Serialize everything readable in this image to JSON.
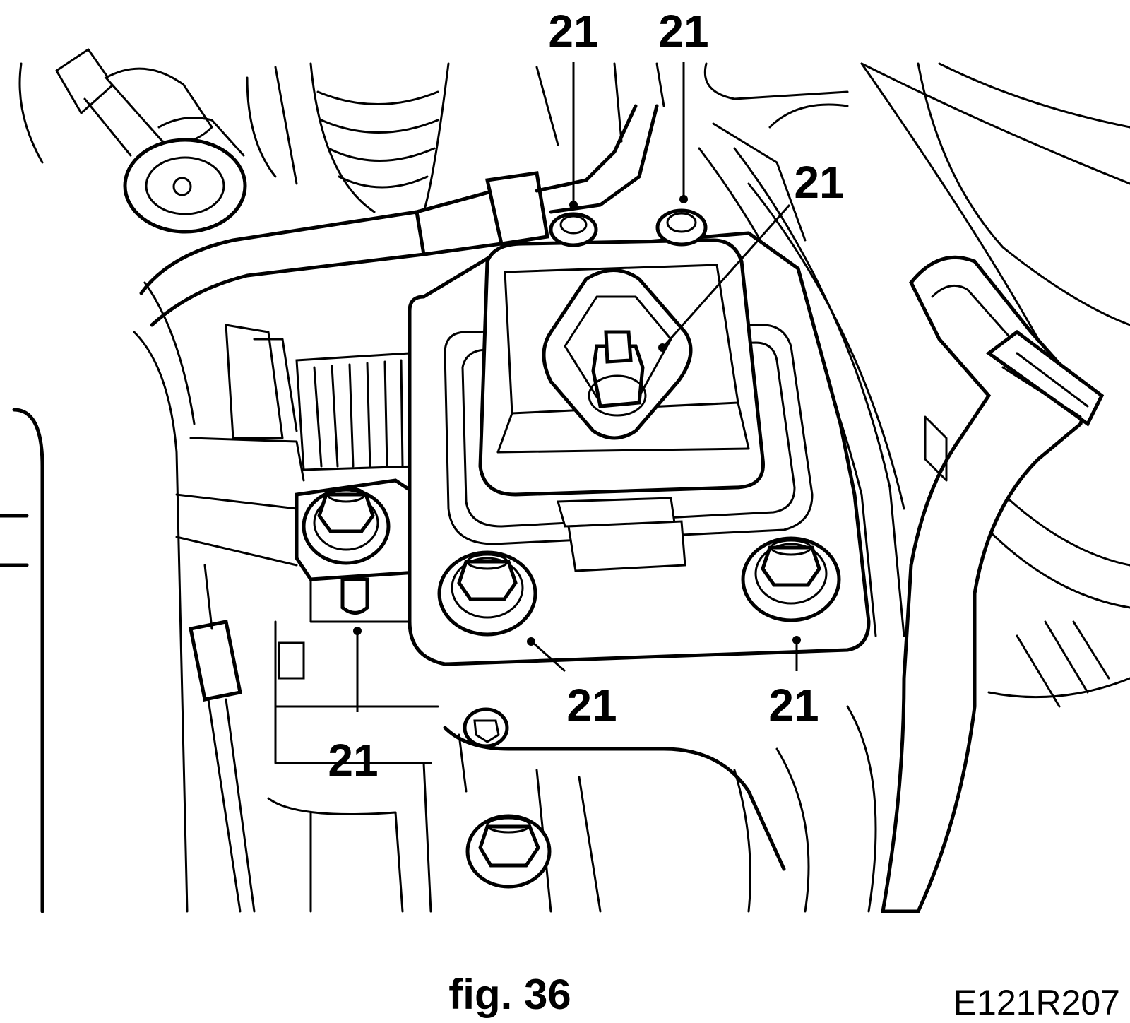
{
  "callouts": {
    "top_left": "21",
    "top_right": "21",
    "upper_right": "21",
    "bottom_left": "21",
    "bottom_center": "21",
    "bottom_right": "21"
  },
  "caption": "fig. 36",
  "reference_code": "E121R207"
}
